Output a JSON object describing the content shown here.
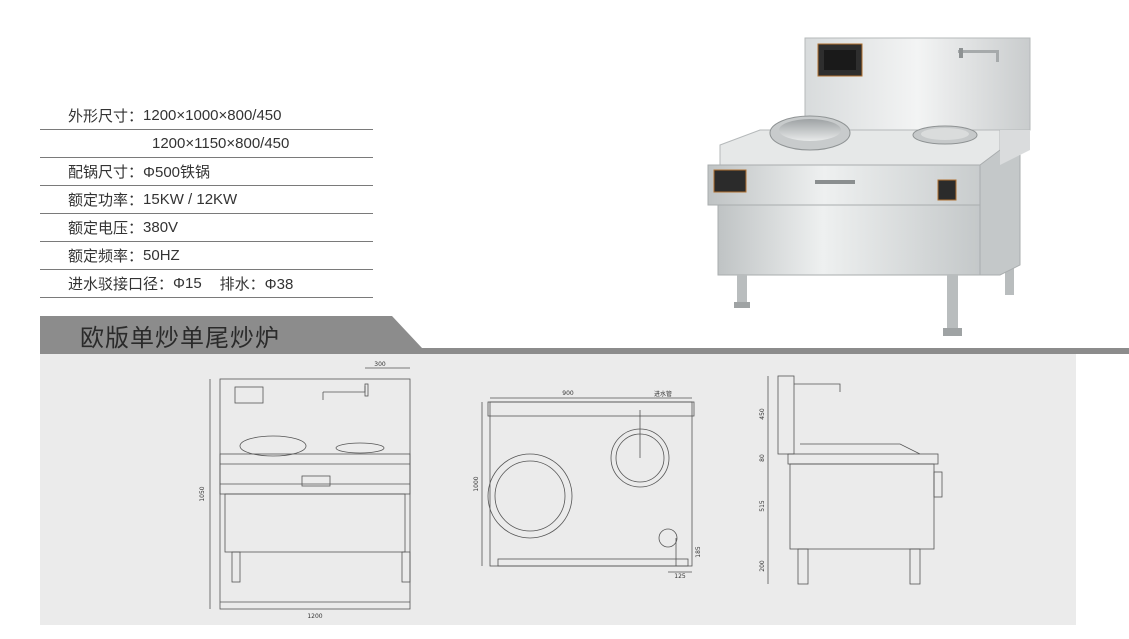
{
  "specs": {
    "rows": [
      {
        "label": "外形尺寸：",
        "value": "1200×1000×800/450"
      },
      {
        "label": "",
        "value": "1200×1150×800/450"
      },
      {
        "label": "配锅尺寸：",
        "value": "Φ500铁锅"
      },
      {
        "label": "额定功率：",
        "value": "15KW / 12KW"
      },
      {
        "label": "额定电压：",
        "value": "380V"
      },
      {
        "label": "额定频率：",
        "value": "50HZ"
      },
      {
        "label": "进水驳接口径：",
        "value": "Φ15",
        "extra": "排水：Φ38"
      }
    ]
  },
  "product": {
    "title": "欧版单炒单尾炒炉"
  },
  "drawings": {
    "front": {
      "dim_top": "300",
      "dim_height": "1050",
      "dim_width": "1200"
    },
    "top": {
      "dim_width": "900",
      "callout": "进水管",
      "dim_depth": "1000",
      "dim_offset_v": "185",
      "dim_offset_h": "125"
    },
    "side": {
      "dim_a": "450",
      "dim_b": "80",
      "dim_c": "515",
      "dim_d": "200"
    }
  },
  "colors": {
    "band": "#8c8c8c",
    "drawing_bg": "#ebebeb",
    "steel": "#cfd2d3"
  }
}
